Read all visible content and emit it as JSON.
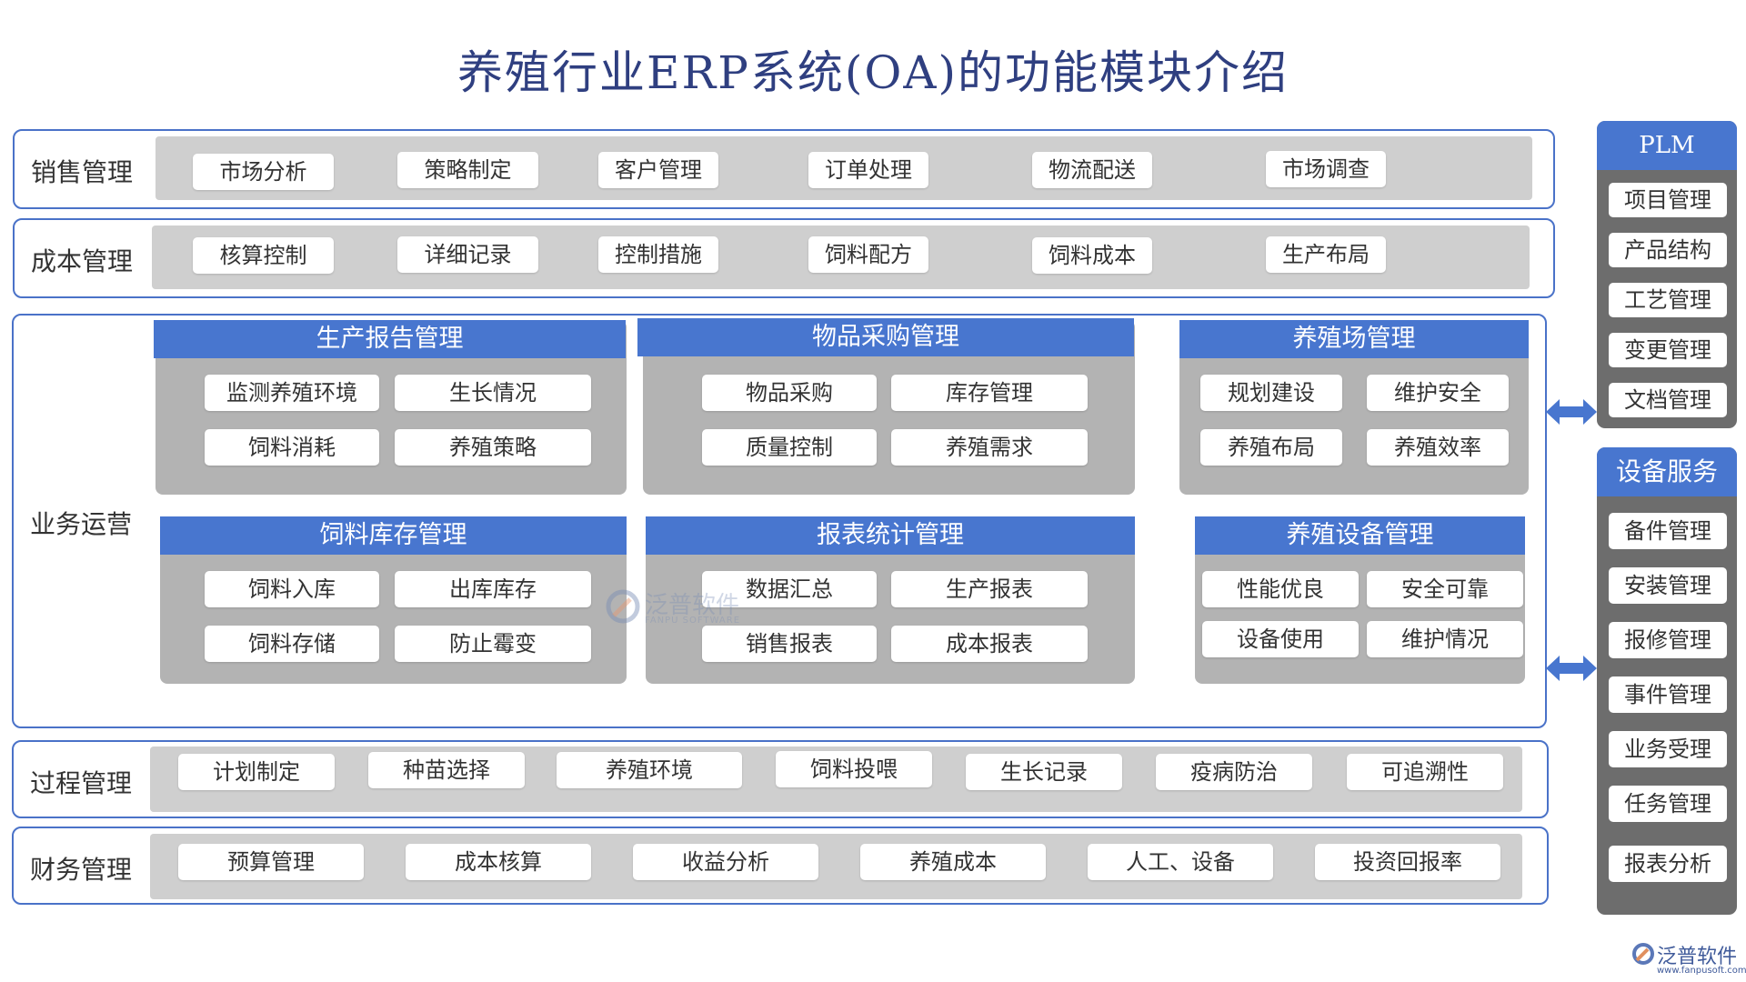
{
  "title": "养殖行业ERP系统(OA)的功能模块介绍",
  "sales": {
    "label": "销售管理",
    "items": [
      "市场分析",
      "策略制定",
      "客户管理",
      "订单处理",
      "物流配送",
      "市场调查"
    ]
  },
  "cost": {
    "label": "成本管理",
    "items": [
      "核算控制",
      "详细记录",
      "控制措施",
      "饲料配方",
      "饲料成本",
      "生产布局"
    ]
  },
  "operations": {
    "label": "业务运营",
    "panels": [
      {
        "title": "生产报告管理",
        "items": [
          "监测养殖环境",
          "生长情况",
          "饲料消耗",
          "养殖策略"
        ]
      },
      {
        "title": "物品采购管理",
        "items": [
          "物品采购",
          "库存管理",
          "质量控制",
          "养殖需求"
        ]
      },
      {
        "title": "养殖场管理",
        "items": [
          "规划建设",
          "维护安全",
          "养殖布局",
          "养殖效率"
        ]
      },
      {
        "title": "饲料库存管理",
        "items": [
          "饲料入库",
          "出库库存",
          "饲料存储",
          "防止霉变"
        ]
      },
      {
        "title": "报表统计管理",
        "items": [
          "数据汇总",
          "生产报表",
          "销售报表",
          "成本报表"
        ]
      },
      {
        "title": "养殖设备管理",
        "items": [
          "性能优良",
          "安全可靠",
          "设备使用",
          "维护情况"
        ]
      }
    ]
  },
  "process": {
    "label": "过程管理",
    "items": [
      "计划制定",
      "种苗选择",
      "养殖环境",
      "饲料投喂",
      "生长记录",
      "疫病防治",
      "可追溯性"
    ]
  },
  "finance": {
    "label": "财务管理",
    "items": [
      "预算管理",
      "成本核算",
      "收益分析",
      "养殖成本",
      "人工、设备",
      "投资回报率"
    ]
  },
  "plm": {
    "title": "PLM",
    "items": [
      "项目管理",
      "产品结构",
      "工艺管理",
      "变更管理",
      "文档管理"
    ]
  },
  "equipment": {
    "title": "设备服务",
    "items": [
      "备件管理",
      "安装管理",
      "报修管理",
      "事件管理",
      "业务受理",
      "任务管理",
      "报表分析"
    ]
  },
  "watermark": {
    "center_name": "泛普软件",
    "center_sub": "FANPU SOFTWARE",
    "corner_name": "泛普软件",
    "corner_url": "www.fanpusoft.com"
  },
  "colors": {
    "accent": "#4876cf",
    "frame": "#4a72c8",
    "title": "#2f3f80"
  }
}
